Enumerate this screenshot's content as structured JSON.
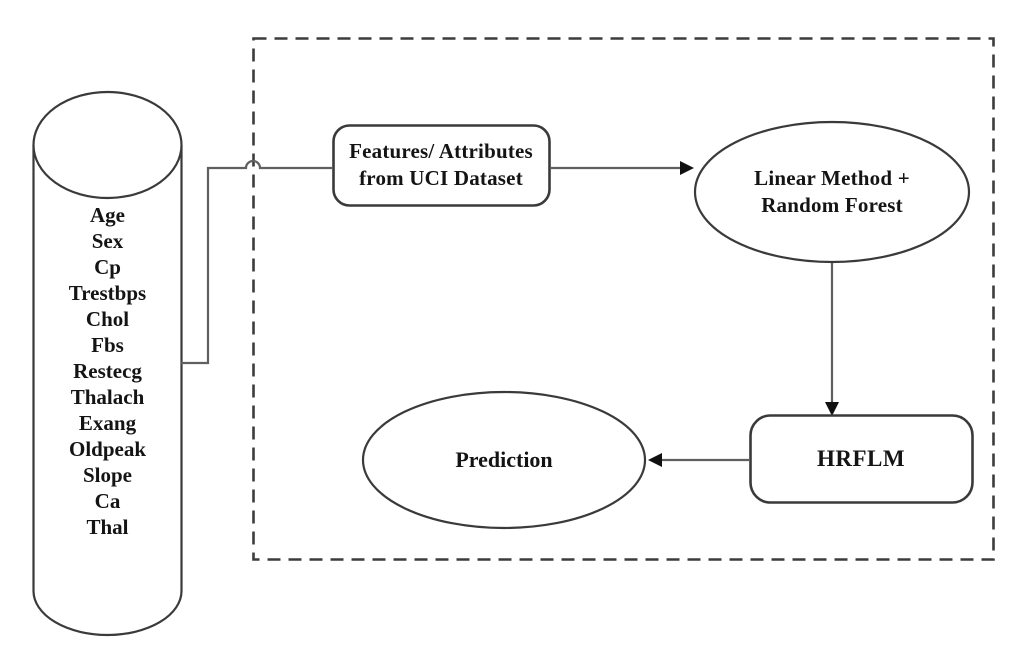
{
  "database": {
    "attributes": [
      "Age",
      "Sex",
      "Cp",
      "Trestbps",
      "Chol",
      "Fbs",
      "Restecg",
      "Thalach",
      "Exang",
      "Oldpeak",
      "Slope",
      "Ca",
      "Thal"
    ]
  },
  "nodes": {
    "features": {
      "line1": "Features/ Attributes",
      "line2": "from UCI Dataset"
    },
    "linear_rf": {
      "line1": "Linear Method +",
      "line2": "Random Forest"
    },
    "hrflm": {
      "label": "HRFLM"
    },
    "prediction": {
      "label": "Prediction"
    }
  },
  "colors": {
    "outline": "#3a3a3a",
    "border": "#3c3c3c",
    "connector": "#5f5f5f",
    "arrow": "#111111",
    "text": "#141414",
    "background": "#ffffff"
  }
}
